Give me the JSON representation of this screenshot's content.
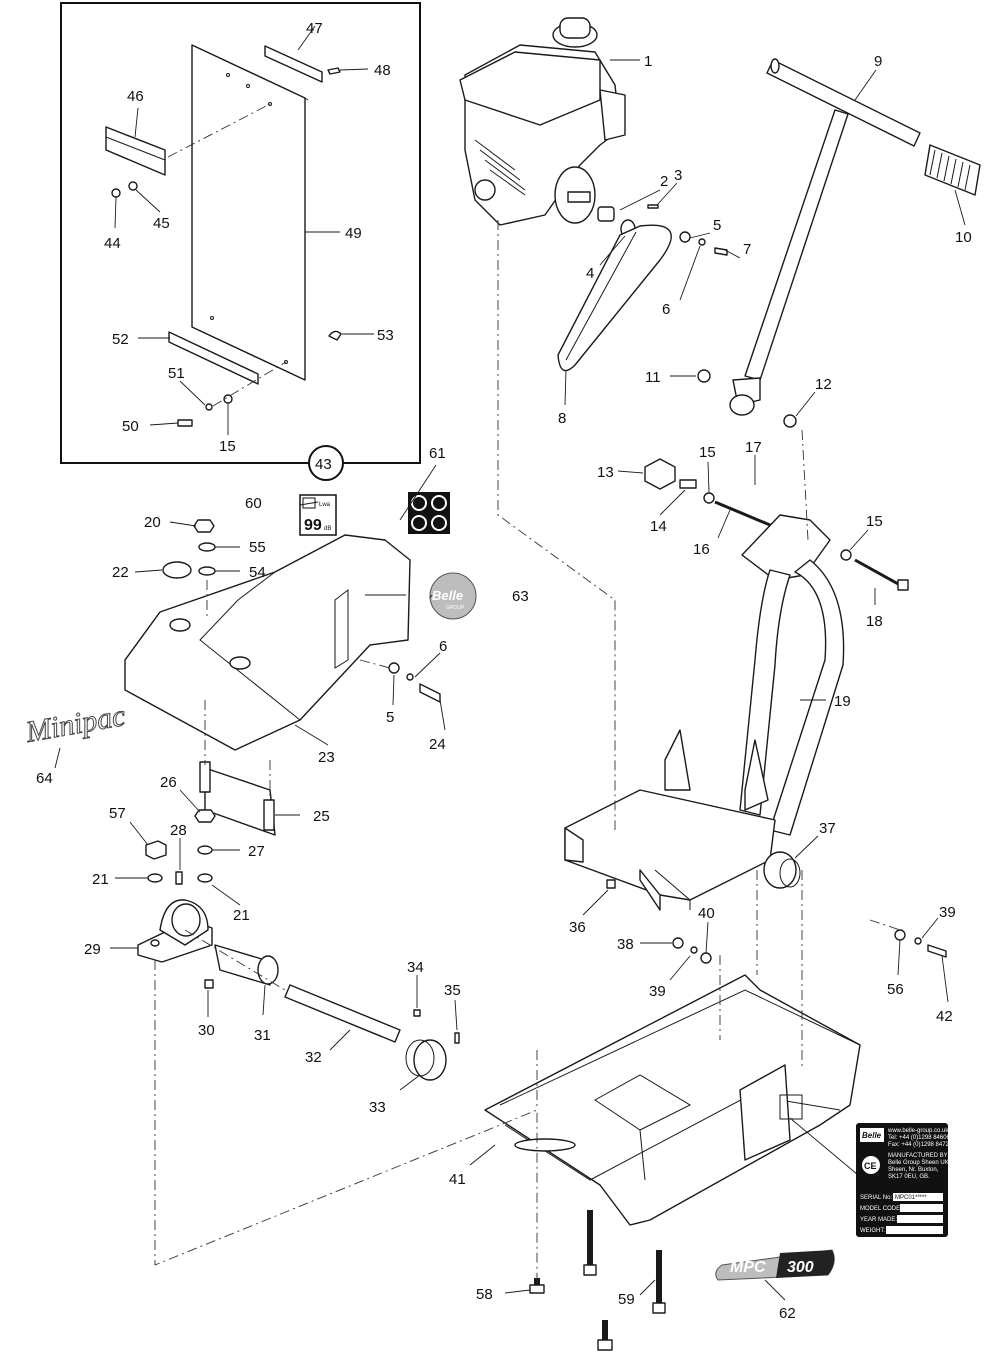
{
  "callouts": [
    {
      "id": "c1",
      "text": "1"
    },
    {
      "id": "c2",
      "text": "2"
    },
    {
      "id": "c3",
      "text": "3"
    },
    {
      "id": "c4",
      "text": "4"
    },
    {
      "id": "c5a",
      "text": "5"
    },
    {
      "id": "c5b",
      "text": "5"
    },
    {
      "id": "c6a",
      "text": "6"
    },
    {
      "id": "c6b",
      "text": "6"
    },
    {
      "id": "c7",
      "text": "7"
    },
    {
      "id": "c8",
      "text": "8"
    },
    {
      "id": "c9",
      "text": "9"
    },
    {
      "id": "c10",
      "text": "10"
    },
    {
      "id": "c11",
      "text": "11"
    },
    {
      "id": "c12",
      "text": "12"
    },
    {
      "id": "c13",
      "text": "13"
    },
    {
      "id": "c14",
      "text": "14"
    },
    {
      "id": "c15a",
      "text": "15"
    },
    {
      "id": "c15b",
      "text": "15"
    },
    {
      "id": "c15c",
      "text": "15"
    },
    {
      "id": "c16",
      "text": "16"
    },
    {
      "id": "c17",
      "text": "17"
    },
    {
      "id": "c18",
      "text": "18"
    },
    {
      "id": "c19",
      "text": "19"
    },
    {
      "id": "c20",
      "text": "20"
    },
    {
      "id": "c21a",
      "text": "21"
    },
    {
      "id": "c21b",
      "text": "21"
    },
    {
      "id": "c22",
      "text": "22"
    },
    {
      "id": "c23",
      "text": "23"
    },
    {
      "id": "c24",
      "text": "24"
    },
    {
      "id": "c25",
      "text": "25"
    },
    {
      "id": "c26",
      "text": "26"
    },
    {
      "id": "c27",
      "text": "27"
    },
    {
      "id": "c28",
      "text": "28"
    },
    {
      "id": "c29",
      "text": "29"
    },
    {
      "id": "c30",
      "text": "30"
    },
    {
      "id": "c31",
      "text": "31"
    },
    {
      "id": "c32",
      "text": "32"
    },
    {
      "id": "c33",
      "text": "33"
    },
    {
      "id": "c34",
      "text": "34"
    },
    {
      "id": "c35",
      "text": "35"
    },
    {
      "id": "c36",
      "text": "36"
    },
    {
      "id": "c37",
      "text": "37"
    },
    {
      "id": "c38",
      "text": "38"
    },
    {
      "id": "c39a",
      "text": "39"
    },
    {
      "id": "c39b",
      "text": "39"
    },
    {
      "id": "c40",
      "text": "40"
    },
    {
      "id": "c41",
      "text": "41"
    },
    {
      "id": "c42",
      "text": "42"
    },
    {
      "id": "c43",
      "text": "43"
    },
    {
      "id": "c44",
      "text": "44"
    },
    {
      "id": "c45",
      "text": "45"
    },
    {
      "id": "c46",
      "text": "46"
    },
    {
      "id": "c47",
      "text": "47"
    },
    {
      "id": "c48",
      "text": "48"
    },
    {
      "id": "c49",
      "text": "49"
    },
    {
      "id": "c50",
      "text": "50"
    },
    {
      "id": "c51",
      "text": "51"
    },
    {
      "id": "c52",
      "text": "52"
    },
    {
      "id": "c53",
      "text": "53"
    },
    {
      "id": "c54",
      "text": "54"
    },
    {
      "id": "c55",
      "text": "55"
    },
    {
      "id": "c56",
      "text": "56"
    },
    {
      "id": "c57",
      "text": "57"
    },
    {
      "id": "c58",
      "text": "58"
    },
    {
      "id": "c59",
      "text": "59"
    },
    {
      "id": "c60",
      "text": "60"
    },
    {
      "id": "c61",
      "text": "61"
    },
    {
      "id": "c62",
      "text": "62"
    },
    {
      "id": "c63",
      "text": "63"
    },
    {
      "id": "c64",
      "text": "64"
    }
  ],
  "decals": {
    "noise_label": {
      "value": "99",
      "unit": "dB",
      "prefix": "Lwa"
    },
    "belle_logo": {
      "brand": "Belle",
      "sub": "GROUP"
    },
    "minipac_logo": {
      "text": "Minipac"
    },
    "model_badge": {
      "left": "MPC",
      "right": "300"
    },
    "rating_plate": {
      "brand": "Belle",
      "web": "www.belle-group.co.uk",
      "tel": "Tel: +44 (0)1298 84606",
      "fax": "Fax: +44 (0)1298 84722",
      "mark": "CE",
      "manufactured": "MANUFACTURED BY:",
      "address1": "Belle Group Sheen UK",
      "address2": "Sheen, Nr. Buxton,",
      "address3": "SK17 0EU, GB.",
      "serial_label": "SERIAL No:",
      "serial_value": "MPC01*****",
      "model_label": "MODEL CODE:",
      "year_label": "YEAR MADE:",
      "weight_label": "WEIGHT:"
    }
  },
  "colors": {
    "line": "#1a1a1a",
    "plate_bg": "#111111",
    "badge_grey": "#bdbdbd"
  }
}
